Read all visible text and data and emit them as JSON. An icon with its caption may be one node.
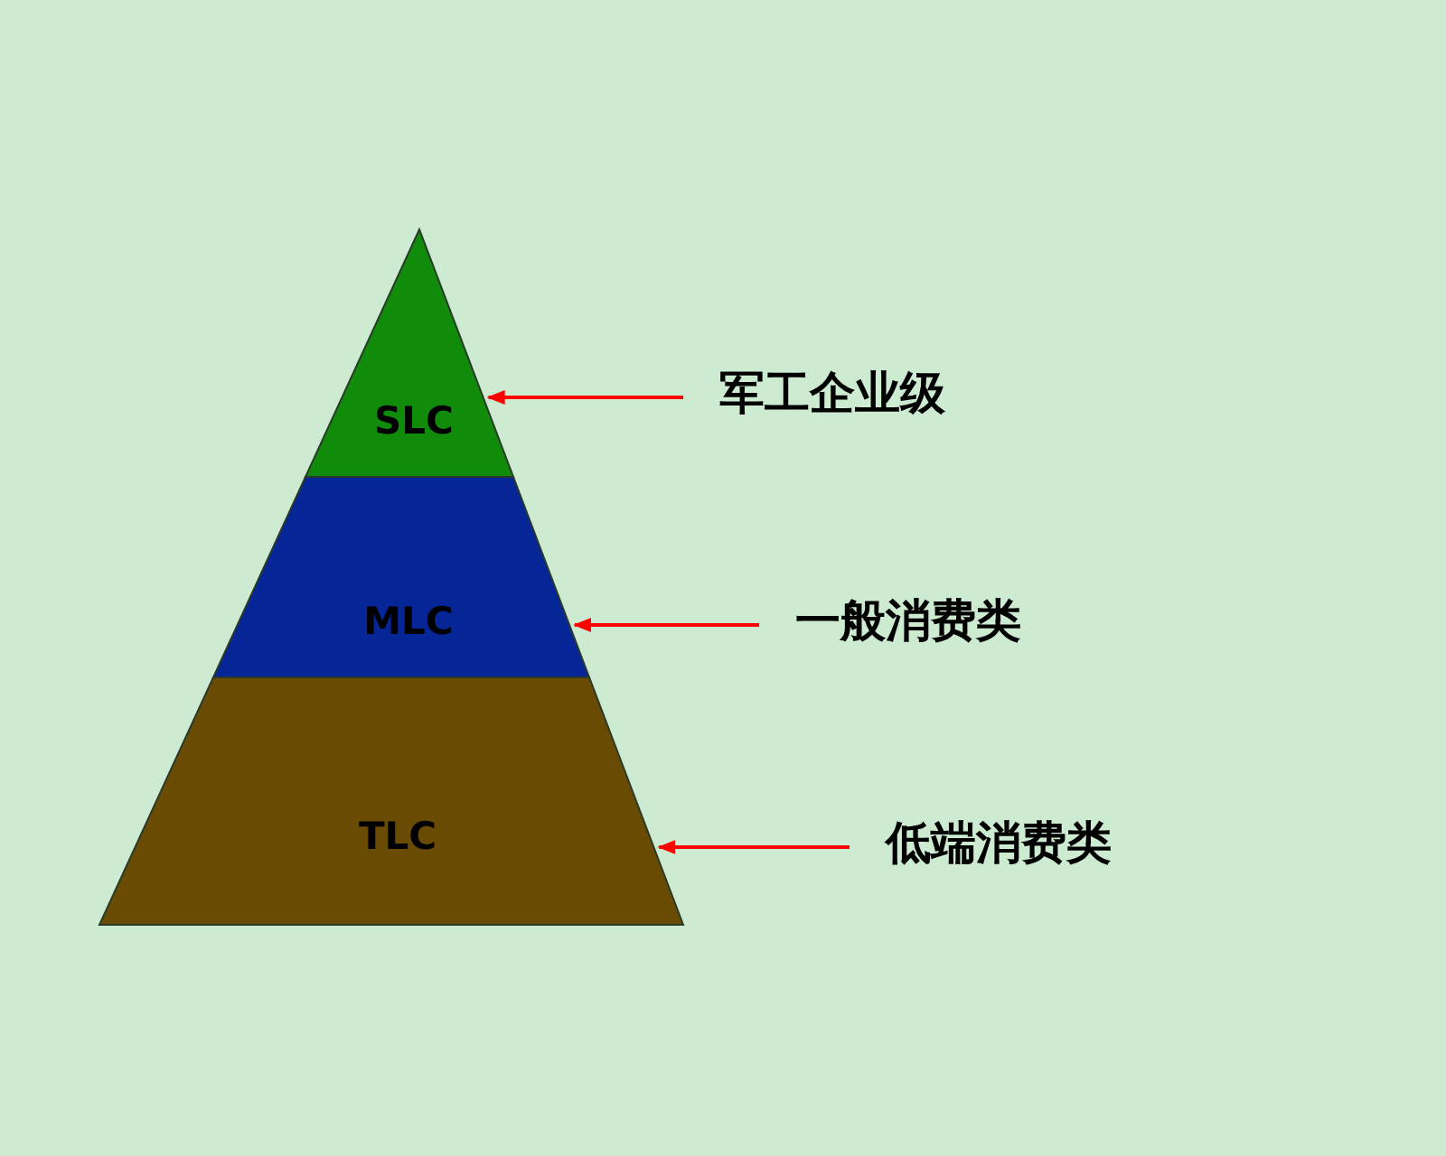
{
  "diagram": {
    "nodes": [
      {
        "text": [
          "SLC"
        ]
      },
      {
        "text": [
          "MLC"
        ]
      },
      {
        "text": [
          "TLC"
        ]
      },
      {
        "text": [
          "军工企业级"
        ]
      },
      {
        "text": [
          "一般消费类"
        ]
      },
      {
        "text": [
          "低端消费类"
        ]
      }
    ],
    "edges": [
      {
        "from": 3,
        "to": 0,
        "arrow": "to"
      },
      {
        "from": 4,
        "to": 1,
        "arrow": "to"
      },
      {
        "from": 5,
        "to": 2,
        "arrow": "to"
      }
    ]
  }
}
